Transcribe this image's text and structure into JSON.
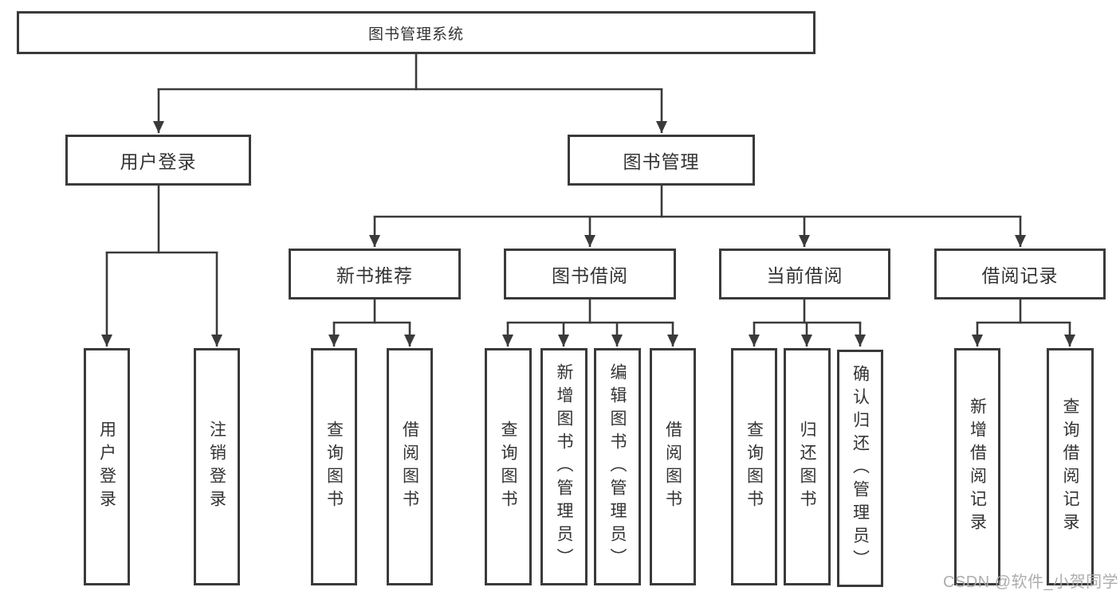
{
  "diagram": {
    "root_label": "图书管理系统",
    "branches": [
      {
        "label": "用户登录",
        "children": [
          {
            "label": "用户登录"
          },
          {
            "label": "注销登录"
          }
        ]
      },
      {
        "label": "图书管理",
        "children": [
          {
            "label": "新书推荐",
            "children": [
              {
                "label": "查询图书"
              },
              {
                "label": "借阅图书"
              }
            ]
          },
          {
            "label": "图书借阅",
            "children": [
              {
                "label": "查询图书"
              },
              {
                "label": "新增图书（管理员）"
              },
              {
                "label": "编辑图书（管理员）"
              },
              {
                "label": "借阅图书"
              }
            ]
          },
          {
            "label": "当前借阅",
            "children": [
              {
                "label": "查询图书"
              },
              {
                "label": "归还图书"
              },
              {
                "label": "确认归还（管理员）"
              }
            ]
          },
          {
            "label": "借阅记录",
            "children": [
              {
                "label": "新增借阅记录"
              },
              {
                "label": "查询借阅记录"
              }
            ]
          }
        ]
      }
    ],
    "watermark": "CSDN @软件_小贺同学",
    "colors": {
      "line": "#3a3a3a",
      "text": "#333333",
      "watermark": "#a9a9a9",
      "background": "#ffffff"
    }
  }
}
